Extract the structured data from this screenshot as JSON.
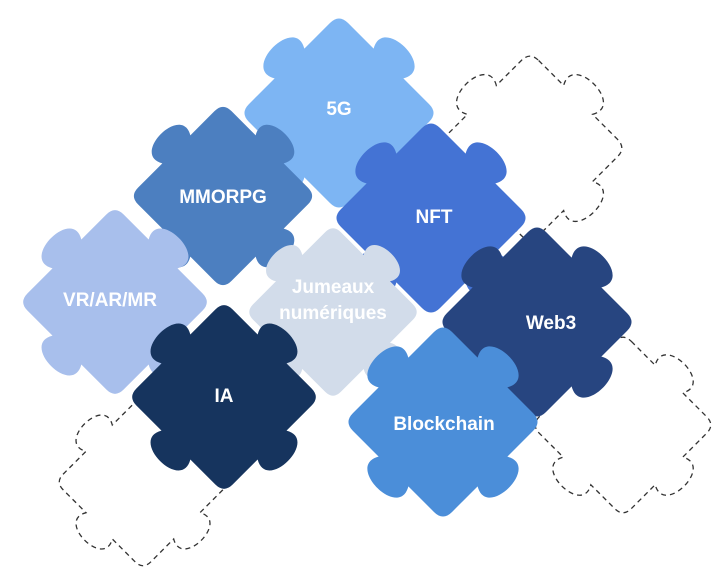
{
  "pieces": [
    {
      "id": "5g",
      "label": [
        "5G"
      ],
      "fill": "#7db5f3",
      "text_color": "#ffffff"
    },
    {
      "id": "mmorpg",
      "label": [
        "MMORPG"
      ],
      "fill": "#4c7fc0",
      "text_color": "#ffffff"
    },
    {
      "id": "nft",
      "label": [
        "NFT"
      ],
      "fill": "#4473d4",
      "text_color": "#ffffff"
    },
    {
      "id": "vr-ar-mr",
      "label": [
        "VR/AR/MR"
      ],
      "fill": "#a8bfec",
      "text_color": "#ffffff"
    },
    {
      "id": "jumeaux",
      "label": [
        "Jumeaux",
        "numériques"
      ],
      "fill": "#d2dcea",
      "text_color": "#ffffff"
    },
    {
      "id": "web3",
      "label": [
        "Web3"
      ],
      "fill": "#274580",
      "text_color": "#ffffff"
    },
    {
      "id": "ia",
      "label": [
        "IA"
      ],
      "fill": "#16345e",
      "text_color": "#ffffff"
    },
    {
      "id": "blockchain",
      "label": [
        "Blockchain"
      ],
      "fill": "#4b8ed9",
      "text_color": "#ffffff"
    }
  ],
  "placeholder_outline_color": "#333333"
}
